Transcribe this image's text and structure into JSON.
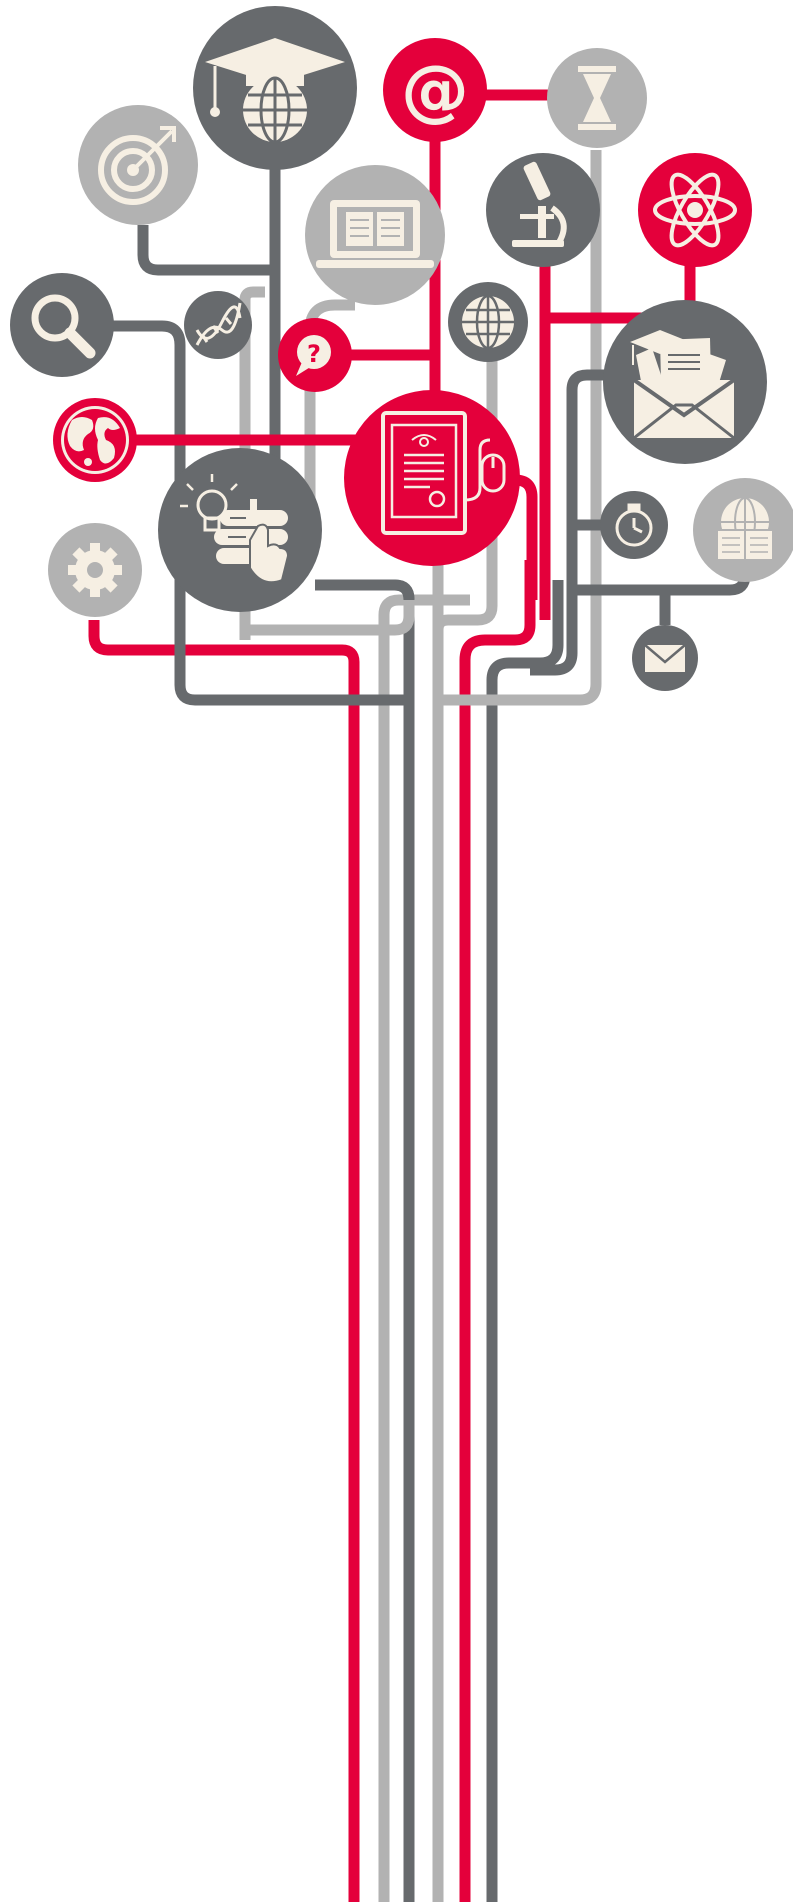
{
  "palette": {
    "red": "#e4003b",
    "dark_gray": "#676a6d",
    "light_gray": "#b2b2b2",
    "cream": "#f6efe3",
    "background": "#ffffff"
  },
  "nodes": [
    {
      "id": "graduation-globe",
      "icon": "graduation-cap-globe-icon",
      "color": "dark_gray"
    },
    {
      "id": "email",
      "icon": "at-sign-icon",
      "color": "red",
      "glyph": "@"
    },
    {
      "id": "hourglass",
      "icon": "hourglass-icon",
      "color": "light_gray"
    },
    {
      "id": "target",
      "icon": "target-arrow-icon",
      "color": "light_gray"
    },
    {
      "id": "laptop",
      "icon": "laptop-book-icon",
      "color": "light_gray"
    },
    {
      "id": "microscope",
      "icon": "microscope-icon",
      "color": "dark_gray"
    },
    {
      "id": "atom",
      "icon": "atom-icon",
      "color": "red"
    },
    {
      "id": "magnifier",
      "icon": "magnifying-glass-icon",
      "color": "dark_gray"
    },
    {
      "id": "dna",
      "icon": "dna-helix-icon",
      "color": "dark_gray"
    },
    {
      "id": "question",
      "icon": "question-bubble-icon",
      "color": "red",
      "glyph": "?"
    },
    {
      "id": "globe",
      "icon": "globe-grid-icon",
      "color": "dark_gray"
    },
    {
      "id": "envelope-papers",
      "icon": "envelope-documents-icon",
      "color": "dark_gray"
    },
    {
      "id": "world-map",
      "icon": "world-map-icon",
      "color": "red"
    },
    {
      "id": "ebook",
      "icon": "ebook-reader-mouse-icon",
      "color": "red"
    },
    {
      "id": "idea-books",
      "icon": "lightbulb-books-hand-icon",
      "color": "dark_gray"
    },
    {
      "id": "stopwatch",
      "icon": "stopwatch-icon",
      "color": "dark_gray"
    },
    {
      "id": "globe-book",
      "icon": "globe-book-icon",
      "color": "light_gray"
    },
    {
      "id": "gear",
      "icon": "gear-icon",
      "color": "light_gray"
    },
    {
      "id": "mail",
      "icon": "envelope-icon",
      "color": "dark_gray"
    }
  ]
}
